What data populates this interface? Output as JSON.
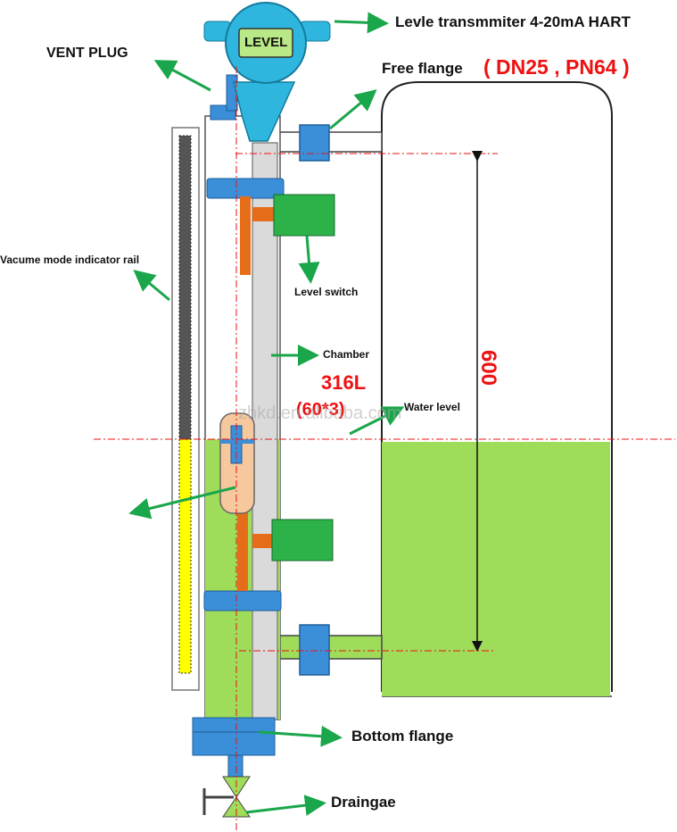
{
  "labels": {
    "transmitter": "Levle transmmiter 4-20mA HART",
    "vent_plug": "VENT PLUG",
    "free_flange": "Free flange",
    "flange_spec": "( DN25 , PN64 )",
    "indicator_rail": "Vacume mode indicator rail",
    "level_switch": "Level switch",
    "chamber": "Chamber",
    "material": "316L",
    "chamber_size": "(60*3)",
    "water_level": "Water level",
    "dimension": "600",
    "bottom_flange": "Bottom flange",
    "drainage": "Draingae",
    "transmitter_display": "LEVEL",
    "watermark": "zhkd.en.alibaba.com"
  },
  "colors": {
    "transmitter": "#2fb6df",
    "display": "#b8e986",
    "flange_blue": "#3b8fd9",
    "pipe_green": "#9edc5a",
    "switch_green": "#2db24a",
    "float_rod": "#e56d1a",
    "float_body": "#f7c79e",
    "rail_yellow": "#ffff00",
    "arrow_green": "#1aa64a",
    "highlight_red": "#e11111",
    "tank_outline": "#222222"
  }
}
